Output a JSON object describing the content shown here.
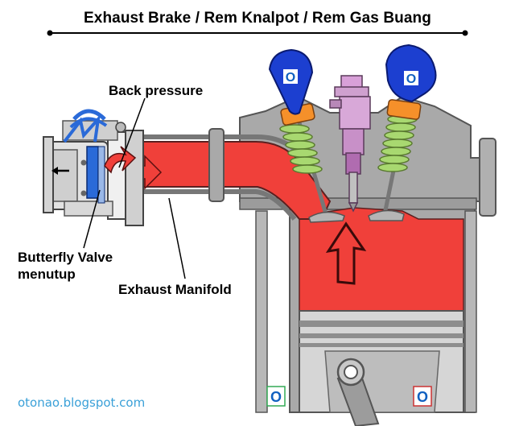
{
  "title": "Exhaust Brake / Rem Knalpot / Rem Gas Buang",
  "labels": {
    "back_pressure": "Back pressure",
    "butterfly_line1": "Butterfly Valve",
    "butterfly_line2": "menutup",
    "exhaust_manifold": "Exhaust Manifold"
  },
  "watermark": "otonao.blogspot.com",
  "logo_glyph": "O",
  "colors": {
    "exhaust_gas": "#f0403a",
    "engine_body": "#a8a8a8",
    "engine_outline": "#555555",
    "valve_spring": "#a8d870",
    "rocker": "#1c3fd0",
    "rocker_pad": "#f5902a",
    "injector": "#d8a0d8",
    "butterfly_valve": "#2a6ad8",
    "watermark": "#3aa0d8"
  }
}
